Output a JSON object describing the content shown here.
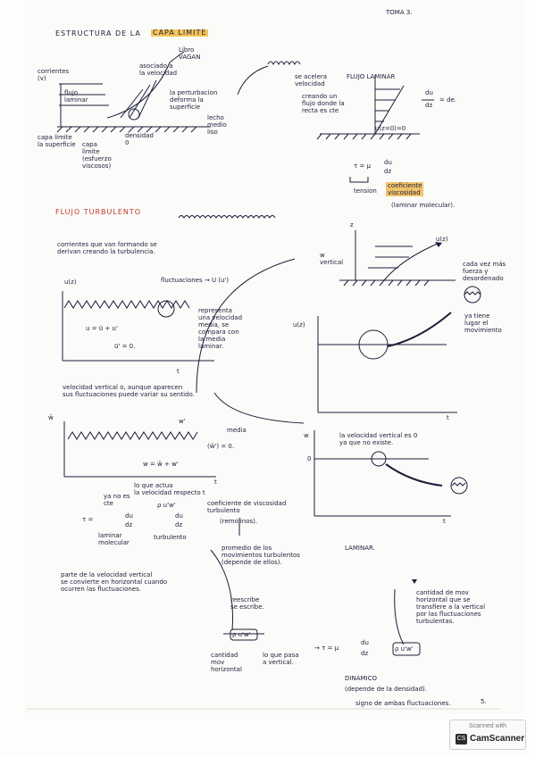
{
  "header": {
    "page_label": "TOMA 3.",
    "title": "ESTRUCTURA DE LA",
    "title_highlight": "CAPA LIMITE"
  },
  "top_left": {
    "corrientes": "corrientes\n(v)",
    "flujo_laminar": "flujo\nlaminar",
    "dispersa": "asociado a\nla velocidad",
    "capa": "capa limite\nla superficie",
    "capa_limite_label": "capa\nlimite\n(esfuerzo\nviscosos)",
    "densidad": "densidad\n0",
    "libro": "Libro\nVAGAN",
    "lecho": "lecho\nmedio\nliso",
    "lateral": "la perturbacion\ndeforma la\nsuperficie"
  },
  "top_right": {
    "se_acelera": "se acelera\nvelocidad",
    "flujo_laminar_title": "FLUJO LAMINAR",
    "creando": "creando un\nflujo donde la\nrecta es cte",
    "du_dz_eq": "= de.",
    "u_eq": "u(z=0)=0",
    "tau_eq": "τ = μ",
    "tension": "tension",
    "coef": "coeficiente\nviscosidad",
    "laminar_note": "(laminar molecular)."
  },
  "turbulent": {
    "title": "FLUJO TURBULENTO",
    "desc": "corrientes que van formando se\nderivan creando la turbulencia.",
    "u_z": "u(z)",
    "fluctuations": "fluctuaciones → U (u')",
    "note_velocity": "representa\nuna velocidad\nmedia, se\ncompara con\nla media\nlaminar.",
    "u_decomp": "u = ū + u'",
    "u_prime_zero": "ū' = 0.",
    "t_axis": "t",
    "velocity_desc": "velocidad vertical o, aunque aparecen\nsus fluctuaciones puede variar su sentido.",
    "w_bar": "w̄",
    "w_prime": "w'",
    "media": "media",
    "w_prime_zero": "(w̄') = 0.",
    "w_decomp": "w = w̄ + w'",
    "t_axis2": "t",
    "side_note": "lo que actua\nla velocidad respecto t",
    "tau_turb": "τ =",
    "annot_left": "ya no es\ncte",
    "annot_2": "ρ u'w'",
    "laminar_molecular": "laminar\nmolecular",
    "turbulento": "turbulento",
    "coef_turb": "coeficiente de viscosidad\nturbulento",
    "eddies": "(remolinos).",
    "promedio": "promedio de los\nmovimientos turbulentos\n(depende de ellos).",
    "laminar_label": "LAMINAR.",
    "velocity_part": "parte de la velocidad vertical\nse convierte en horizontal cuando\nocurren las fluctuaciones.",
    "rewrite": "reescribe\nse escribe.",
    "cantidad": "cantidad de mov\nhorizontal que se\ntransfiere a la vertical\npor las fluctuaciones\nturbulentas.",
    "rho_uw": "ρ u'w'",
    "final_eq": "→ τ = μ",
    "cantidad_mov": "cantidad\nmov\nhorizontal",
    "lo_que_pasa": "lo que pasa\na vertical.",
    "dinamico": "DINÁMICO",
    "depende": "(depende de la densidad).",
    "signo": "signo de ambas fluctuaciones.",
    "page_num": "5.",
    "right_w": "w\nvertical",
    "u_z_right": "u(z)",
    "cant_mov_right": "cada vez más\nfuerza y\ndesordenado",
    "tiene": "ya tiene\nlugar el\nmovimiento",
    "u_z2": "u(z)",
    "w2": "w",
    "zero": "0",
    "vel_vertical": "la velocidad vertical es 0\nya que no existe.",
    "z_axis": "z"
  },
  "footer": {
    "scanned_with": "Scanned with",
    "app": "CamScanner",
    "logo": "CS"
  }
}
